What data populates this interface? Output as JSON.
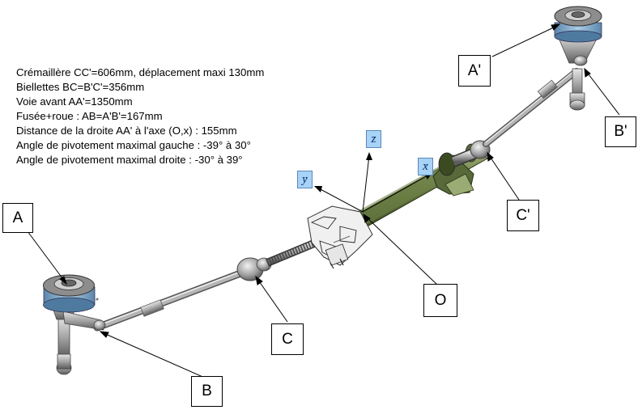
{
  "specs": [
    "Crémaillère CC'=606mm, déplacement maxi 130mm",
    "Biellettes BC=B'C'=356mm",
    "Voie avant AA'=1350mm",
    "Fusée+roue : AB=A'B'=167mm",
    "Distance de la droite AA' à l'axe (O,x) : 155mm",
    "Angle de pivotement maximal gauche : -39° à 30°",
    "Angle de pivotement maximal droite : -30° à 39°"
  ],
  "labels": {
    "A": "A",
    "B": "B",
    "C": "C",
    "O": "O",
    "A_prime": "A'",
    "B_prime": "B'",
    "C_prime": "C'"
  },
  "axes": {
    "x": "x",
    "y": "y",
    "z": "z"
  },
  "colors": {
    "steel": "#9a9a9a",
    "rack_green": "#5a6d3a",
    "hub_blue": "#79a6c9",
    "axis_box": "#a7d3f7"
  }
}
